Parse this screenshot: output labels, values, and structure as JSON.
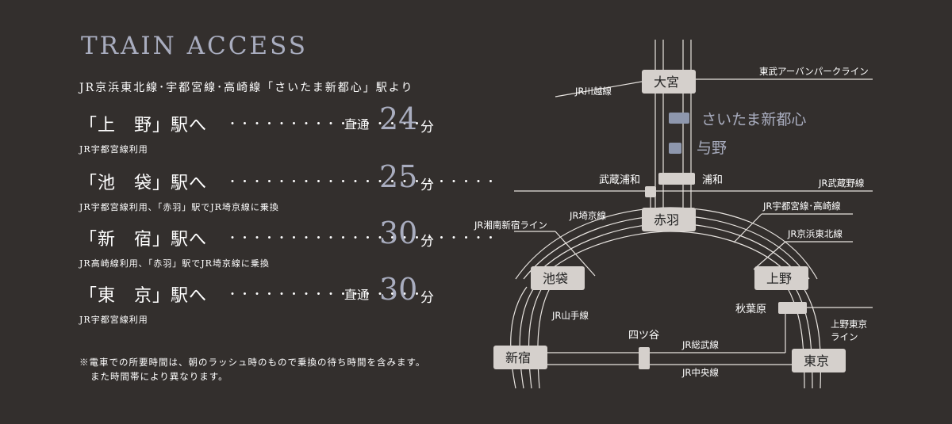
{
  "title": "TRAIN ACCESS",
  "from_line": "JR京浜東北線･宇都宮線･高崎線「さいたま新都心」駅より",
  "routes": [
    {
      "dest": "「上　野」駅へ",
      "dots": "・・・・・・・・・・・・・・・・",
      "direct": "直通",
      "minutes": "24",
      "unit": "分",
      "note": "JR宇都宮線利用"
    },
    {
      "dest": "「池　袋」駅へ",
      "dots": "・・・・・・・・・・・・・・・・・・・・・・",
      "direct": "",
      "minutes": "25",
      "unit": "分",
      "note": "JR宇都宮線利用､「赤羽」駅でJR埼京線に乗換"
    },
    {
      "dest": "「新　宿」駅へ",
      "dots": "・・・・・・・・・・・・・・・・・・・・・・",
      "direct": "",
      "minutes": "30",
      "unit": "分",
      "note": "JR高崎線利用､「赤羽」駅でJR埼京線に乗換"
    },
    {
      "dest": "「東　京」駅へ",
      "dots": "・・・・・・・・・・・・・・・・",
      "direct": "直通",
      "minutes": "30",
      "unit": "分",
      "note": "JR宇都宮線利用"
    }
  ],
  "disclaimer": [
    "※電車での所要時間は、朝のラッシュ時のもので乗換の待ち時間を含みます。",
    "また時間帯により異なります。"
  ],
  "map": {
    "stations": {
      "omiya": "大宮",
      "akabane": "赤羽",
      "ikebukuro": "池袋",
      "ueno": "上野",
      "shinjuku": "新宿",
      "tokyo": "東京",
      "saitama_shintoshin": "さいたま新都心",
      "yono": "与野",
      "urawa": "浦和",
      "musashi_urawa": "武蔵浦和",
      "akihabara": "秋葉原",
      "yotsuya": "四ツ谷"
    },
    "lines": {
      "tobu_urban_park": "東武アーバンパークライン",
      "kawagoe": "JR川越線",
      "musashino": "JR武蔵野線",
      "saikyo": "JR埼京線",
      "shonan_shinjuku": "JR湘南新宿ライン",
      "utsunomiya_takasaki": "JR宇都宮線･高崎線",
      "keihin_tohoku": "JR京浜東北線",
      "yamanote": "JR山手線",
      "sobu": "JR総武線",
      "chuo": "JR中央線",
      "ueno_tokyo_1": "上野東京",
      "ueno_tokyo_2": "ライン"
    }
  },
  "colors": {
    "background": "#332f2d",
    "accent": "#a9adbf",
    "station_box": "#d5d0cc",
    "highlight_box": "#8e97ad"
  }
}
